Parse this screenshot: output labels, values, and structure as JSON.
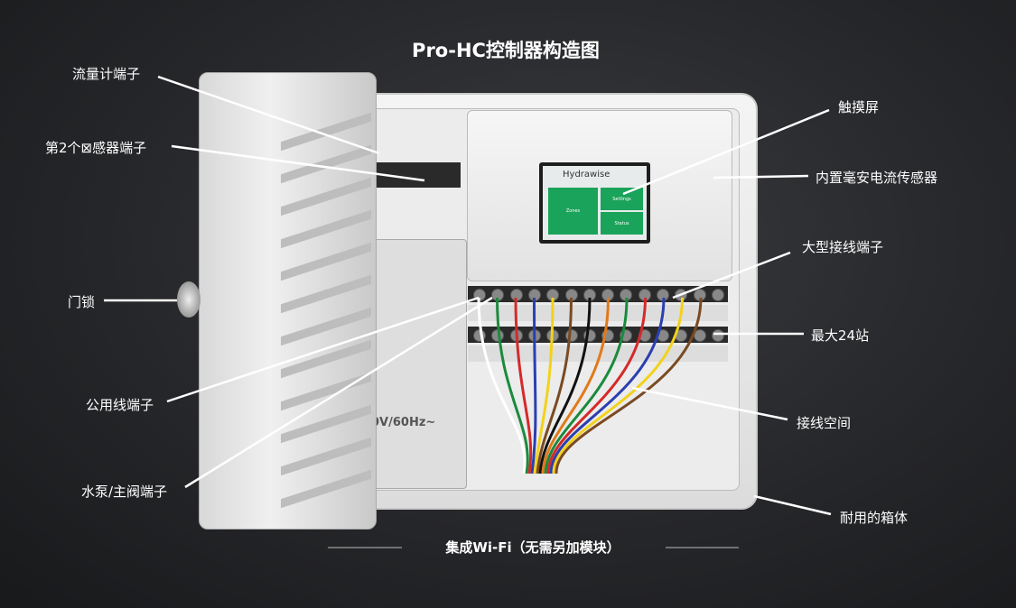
{
  "title": "Pro-HC控制器构造图",
  "labels": {
    "flow_meter": "流量计端子",
    "sensor2": "第2个⊠感器端子",
    "door_lock": "门锁",
    "common": "公用线端子",
    "pump": "水泵/主阀端子",
    "touchscreen": "触摸屏",
    "current_sensor": "内置毫安电流传感器",
    "terminals": "大型接线端子",
    "stations": "最大24站",
    "wiring_space": "接线空间",
    "housing": "耐用的箱体"
  },
  "footer": "集成Wi-Fi（无需另加模块）",
  "screen": {
    "brand": "Hydrawise",
    "zones": "Zones",
    "settings": "Settings",
    "status": "Status"
  },
  "transformer_text": "0V/60Hz~",
  "wire_colors": [
    "#ffffff",
    "#1b8a3c",
    "#d42a2a",
    "#2a3fb0",
    "#f2d21a",
    "#7a4a22",
    "#111111",
    "#e07a1a",
    "#1b8a3c",
    "#d42a2a",
    "#2a3fb0",
    "#f2d21a",
    "#7a4a22"
  ]
}
